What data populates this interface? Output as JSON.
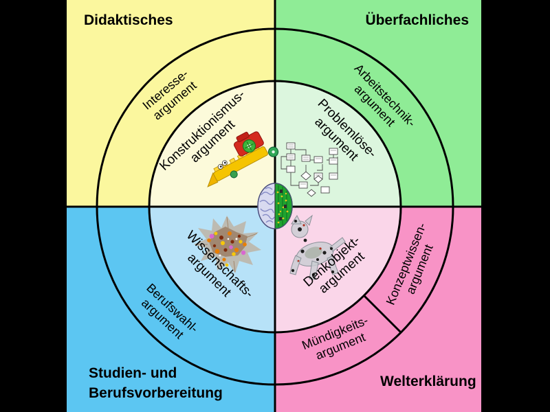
{
  "diagram_title": "Argument quadrant circle diagram",
  "colors": {
    "letterbox": "#000000",
    "line": "#000000",
    "quadrant_yellow": "#FBF79E",
    "quadrant_green": "#8FEC96",
    "quadrant_blue": "#5CC6F2",
    "quadrant_pink": "#F893C6",
    "inner_yellow": "#FCFADA",
    "inner_green": "#DCF6DE",
    "inner_blue": "#B7E2F8",
    "inner_pink": "#FAD6E9"
  },
  "quadrants": {
    "top_left": {
      "label": "Didaktisches"
    },
    "top_right": {
      "label": "Überfachliches"
    },
    "bottom_left": {
      "label_line1": "Studien- und",
      "label_line2": "Berufsvorbereitung"
    },
    "bottom_right": {
      "label": "Welterklärung"
    }
  },
  "outer_ring": {
    "interesse": {
      "line1": "Interesse-",
      "line2": "argument"
    },
    "arbeitstechnik": {
      "line1": "Arbeitstechnik-",
      "line2": "argument"
    },
    "berufswahl": {
      "line1": "Berufswahl-",
      "line2": "argument"
    },
    "muendigkeits": {
      "line1": "Mündigkeits-",
      "line2": "argument"
    },
    "konzeptwissen": {
      "line1": "Konzeptwissen-",
      "line2": "argument"
    }
  },
  "inner_circle": {
    "konstruktionismus": {
      "line1": "Konstruktionismus-",
      "line2": "argument"
    },
    "problemloese": {
      "line1": "Problemlöse-",
      "line2": "argument"
    },
    "wissenschafts": {
      "line1": "Wissenschafts-",
      "line2": "argument"
    },
    "denkobjekt": {
      "line1": "Denkobjekt-",
      "line2": "argument"
    }
  },
  "images": {
    "center": "brain-half-circuit-icon",
    "top_left": "lego-robot-model-icon",
    "top_right": "flowchart-diagram-icon",
    "bottom_left": "molecule-model-icon",
    "bottom_right": "robot-dog-icon"
  }
}
